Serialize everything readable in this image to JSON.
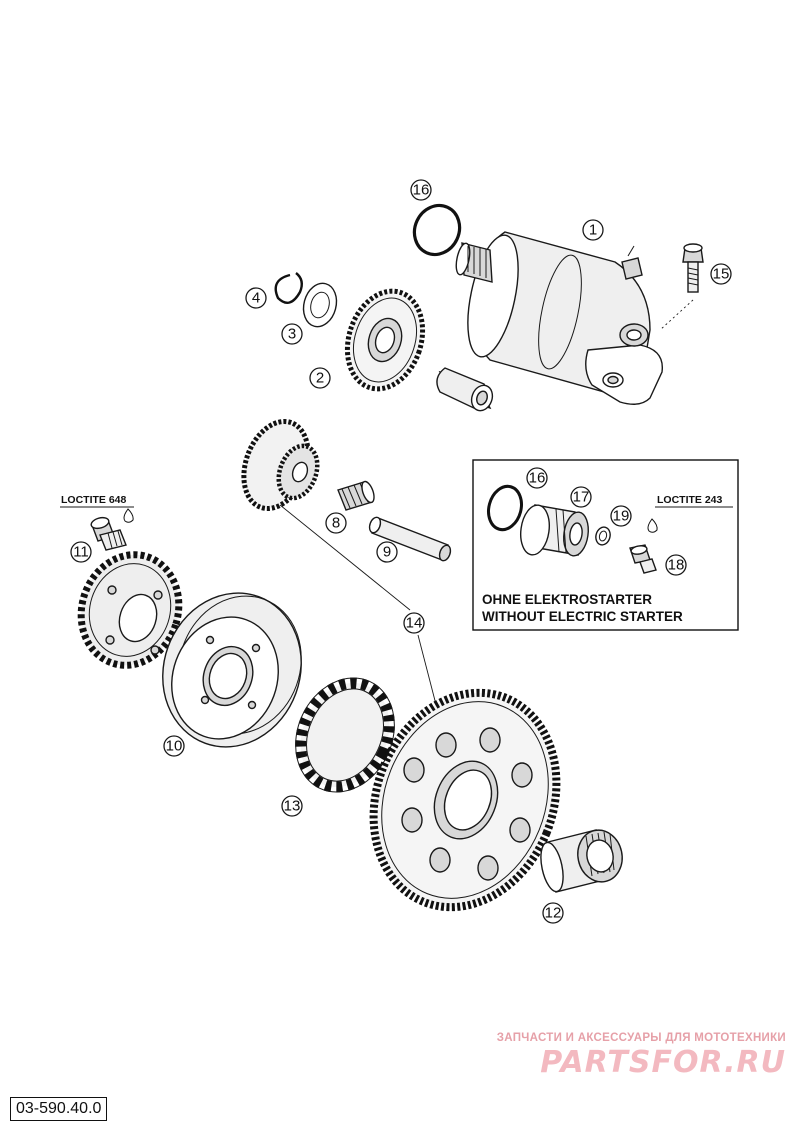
{
  "callouts": [
    {
      "id": "c1",
      "label": "1"
    },
    {
      "id": "c2",
      "label": "2"
    },
    {
      "id": "c3",
      "label": "3"
    },
    {
      "id": "c4",
      "label": "4"
    },
    {
      "id": "c8",
      "label": "8"
    },
    {
      "id": "c9",
      "label": "9"
    },
    {
      "id": "c10",
      "label": "10"
    },
    {
      "id": "c11",
      "label": "11"
    },
    {
      "id": "c12",
      "label": "12"
    },
    {
      "id": "c13",
      "label": "13"
    },
    {
      "id": "c14",
      "label": "14"
    },
    {
      "id": "c15",
      "label": "15"
    },
    {
      "id": "c16",
      "label": "16"
    },
    {
      "id": "c16b",
      "label": "16"
    },
    {
      "id": "c17",
      "label": "17"
    },
    {
      "id": "c18",
      "label": "18"
    },
    {
      "id": "c19",
      "label": "19"
    }
  ],
  "loctite_main": "LOCTITE 648",
  "loctite_inset": "LOCTITE 243",
  "inset": {
    "caption_de": "OHNE ELEKTROSTARTER",
    "caption_en": "WITHOUT ELECTRIC STARTER"
  },
  "part_code": "03-590.40.0",
  "watermark": {
    "tagline": "ЗАПЧАСТИ И АКСЕССУАРЫ ДЛЯ МОТОТЕХНИКИ",
    "brand": "PARTSFOR.RU"
  }
}
